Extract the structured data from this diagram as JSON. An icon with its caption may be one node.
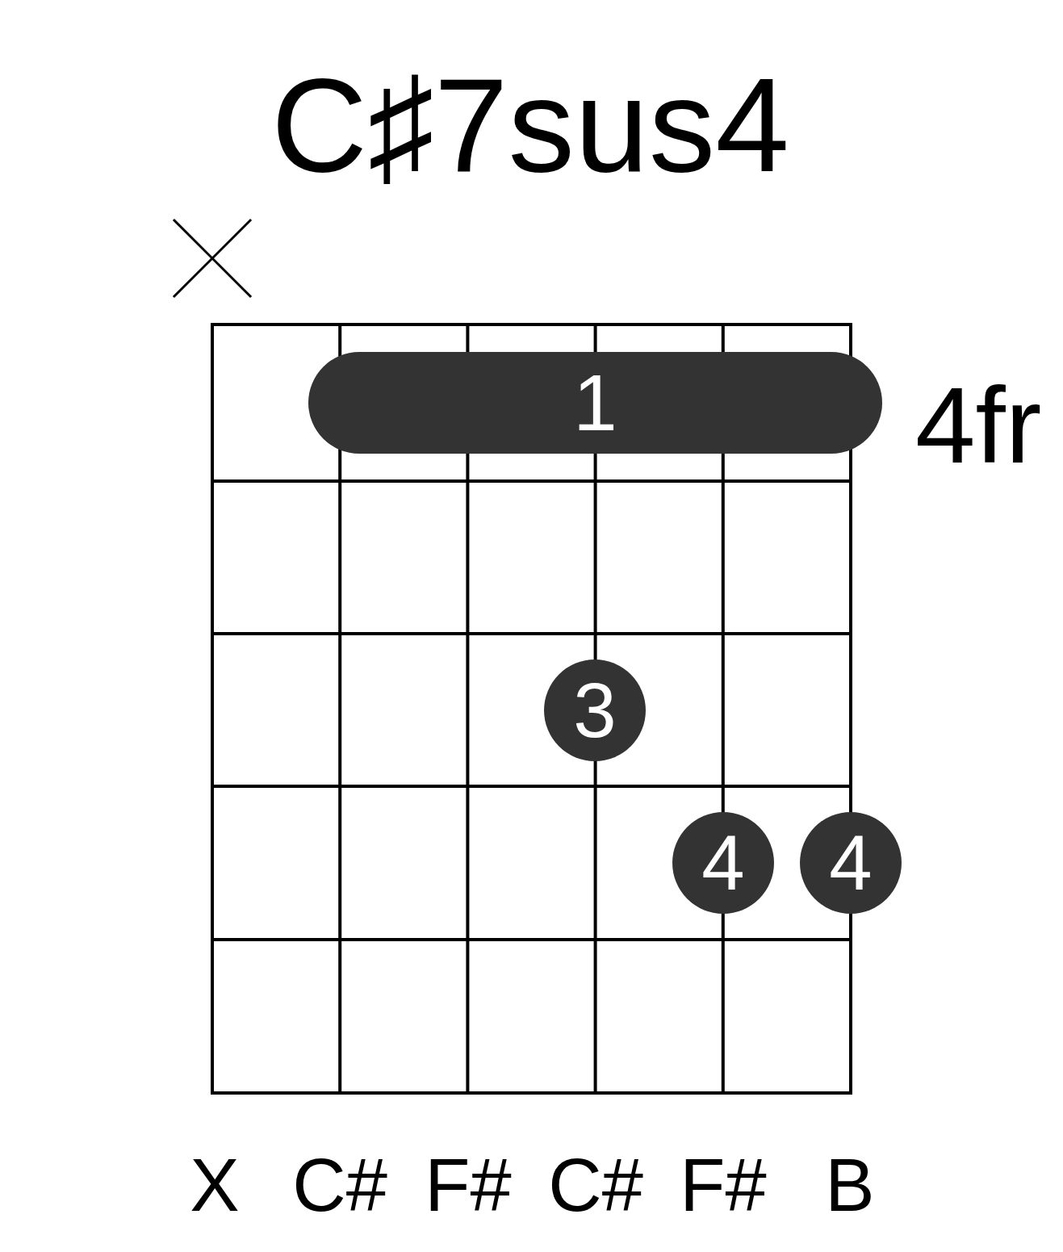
{
  "diagram": {
    "title": "C♯7sus4",
    "nodes": [
      {
        "text": [
          "1"
        ]
      },
      {
        "text": [
          "3"
        ]
      },
      {
        "text": [
          "4"
        ]
      },
      {
        "text": [
          "4"
        ]
      }
    ],
    "labels": [
      "4fr",
      "X",
      "C#",
      "F#",
      "C#",
      "F#",
      "B"
    ]
  }
}
